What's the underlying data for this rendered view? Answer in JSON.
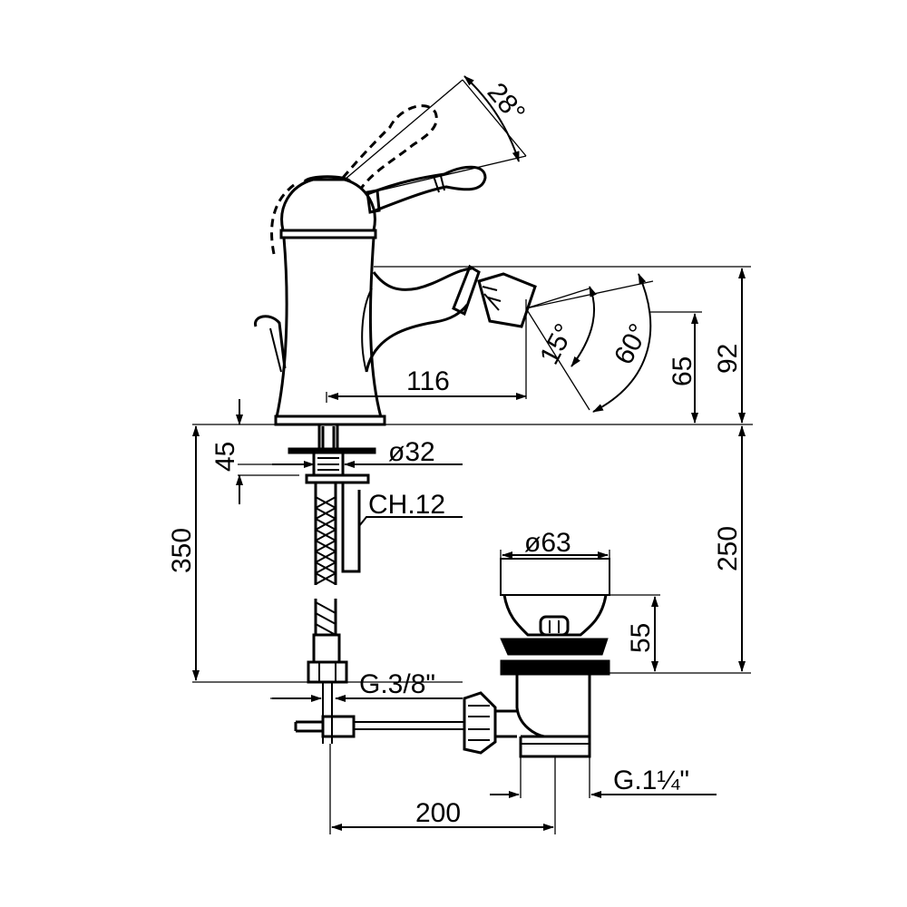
{
  "dimensions": {
    "lever_angle": "28°",
    "nozzle_tilt_small": "15°",
    "nozzle_tilt_large": "60°",
    "spout_reach": "116",
    "nozzle_height": "65",
    "total_height": "92",
    "base_height": "45",
    "shank_diameter": "ø32",
    "hex_key": "CH.12",
    "hose_length": "350",
    "drain_length": "250",
    "drain_diameter": "ø63",
    "drain_height": "55",
    "hose_connection": "G.3/8\"",
    "drain_thread": "G.1¼\"",
    "pull_rod_distance": "200"
  }
}
